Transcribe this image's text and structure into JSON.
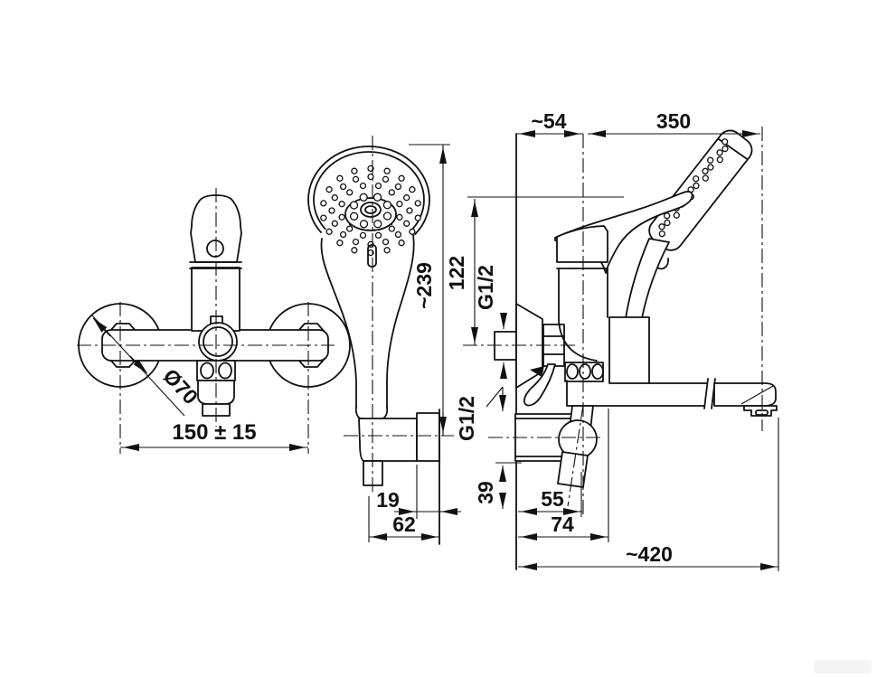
{
  "page": {
    "background": "#ffffff"
  },
  "drawing": {
    "line_color": "#111111",
    "front_view": {
      "center_distance": "150 ± 15",
      "escutcheon_diameter": "Ø70"
    },
    "handset_view": {
      "height": "~239",
      "holder_depth": "19",
      "holder_projection": "62"
    },
    "side_view": {
      "wall_to_axis": "~54",
      "axis_to_spout_outlet": "350",
      "handle_top_to_inlet_axis": "122",
      "inlet_thread": "G1/2",
      "shower_outlet_thread": "G1/2",
      "shower_outlet_drop": "39",
      "wall_to_shower_outlet": "55",
      "wall_to_body_front": "74",
      "total_reach": "~420"
    }
  }
}
